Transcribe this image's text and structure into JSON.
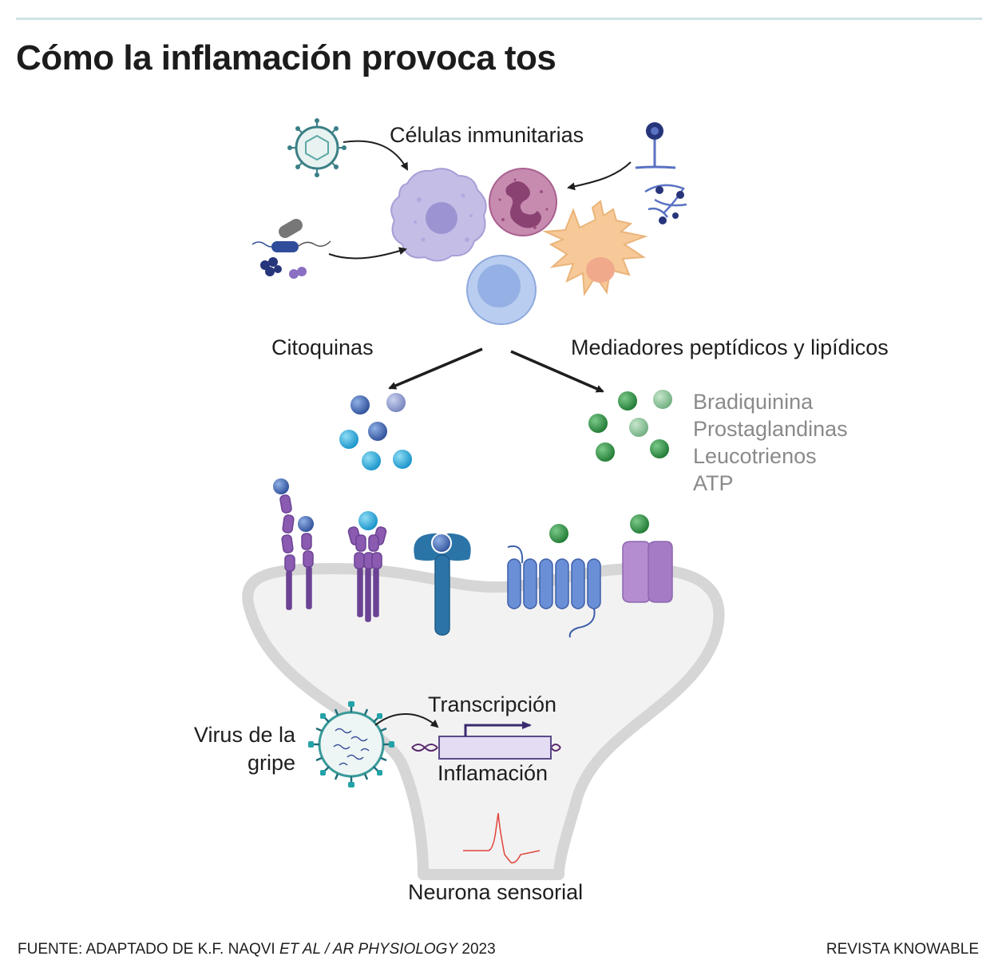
{
  "title": "Cómo la inflamación provoca tos",
  "labels": {
    "immune_cells": "Células inmunitarias",
    "cytokines": "Citoquinas",
    "mediators": "Mediadores peptídicos y lipídicos",
    "mediator_list": [
      "Bradiquinina",
      "Prostaglandinas",
      "Leucotrienos",
      "ATP"
    ],
    "transcription": "Transcripción",
    "inflammation": "Inflamación",
    "flu_virus_line1": "Virus de la",
    "flu_virus_line2": "gripe",
    "sensory_neuron": "Neurona sensorial"
  },
  "footer": {
    "source_prefix": "FUENTE: ADAPTADO DE K.F. NAQVI ",
    "source_italic": "ET AL / AR PHYSIOLOGY",
    "source_year": " 2023",
    "publisher": "REVISTA KNOWABLE"
  },
  "colors": {
    "neuron_fill": "#f2f2f2",
    "neuron_outline": "#d6d6d6",
    "cytokine_blue": "#3d6fb8",
    "mediator_green": "#2e8b3e",
    "receptor_purple": "#7b4fa3",
    "signal_red": "#e0453a"
  }
}
